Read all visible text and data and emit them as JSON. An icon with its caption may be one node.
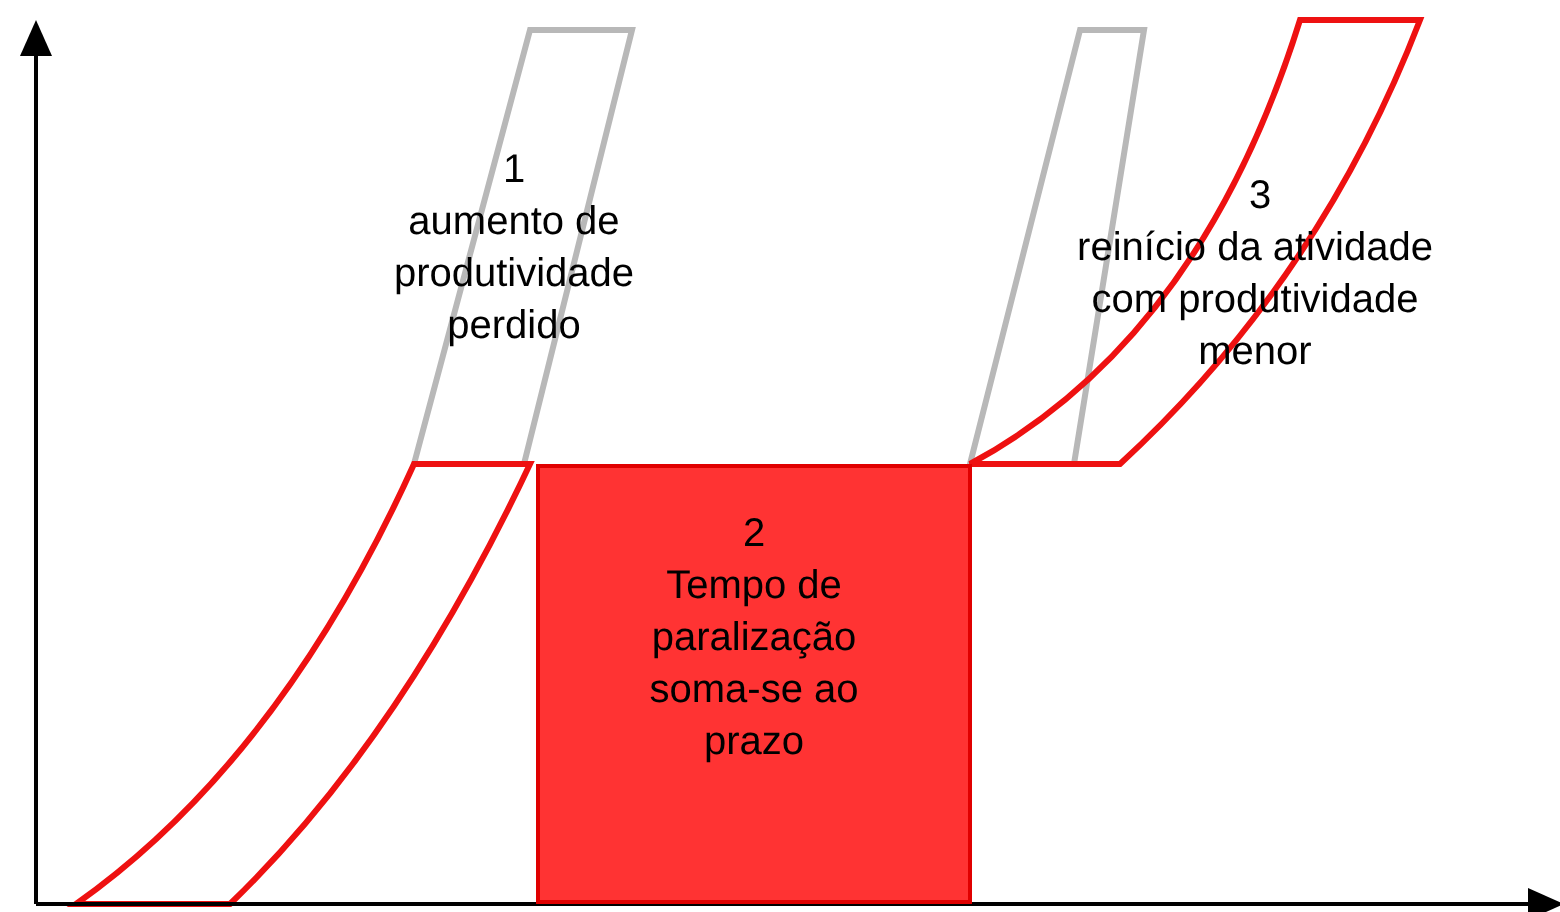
{
  "diagram": {
    "nodes": [
      {
        "text": [
          "2",
          "Tempo de paralização soma-se ao prazo"
        ]
      }
    ],
    "labels": [
      "1",
      "aumento de produtividade perdido",
      "3",
      "reinício da atividade com produtividade menor"
    ]
  }
}
